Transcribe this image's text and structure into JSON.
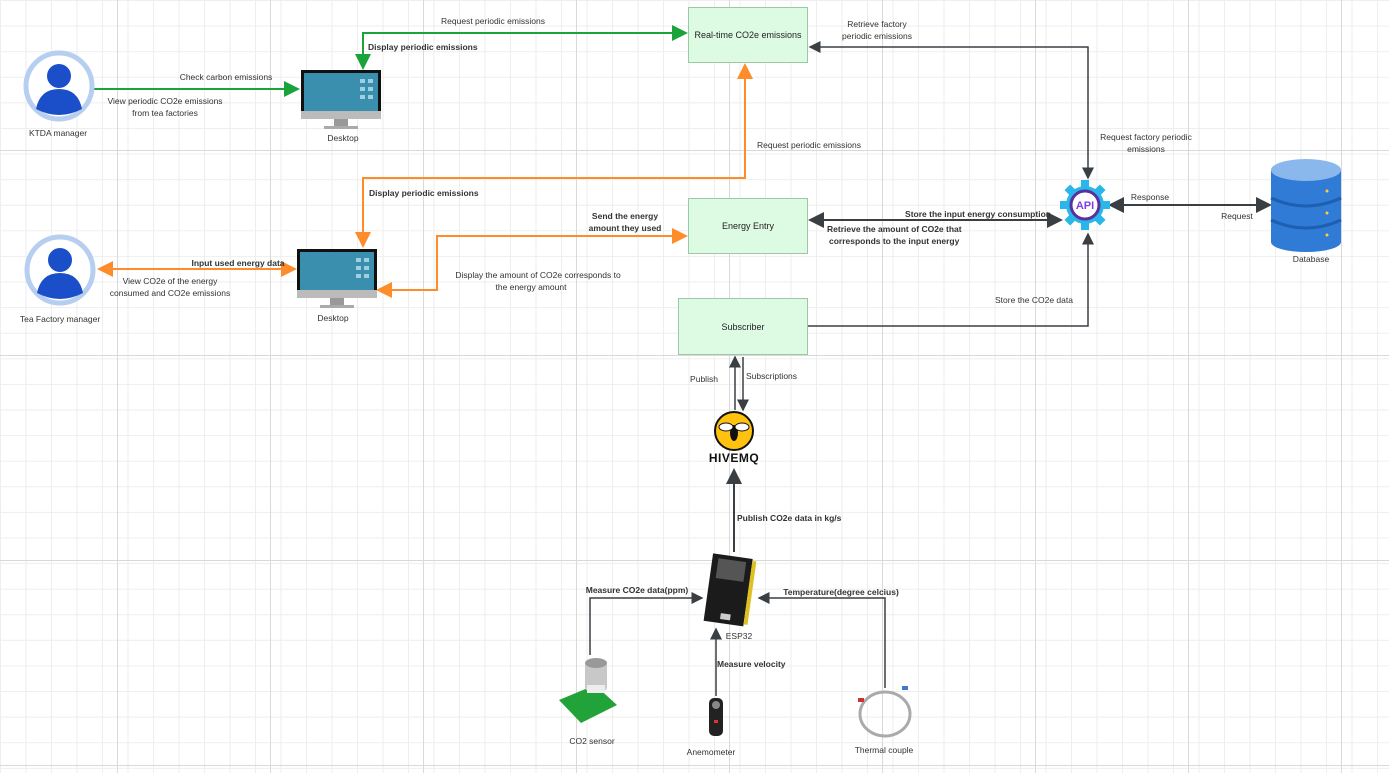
{
  "actors": {
    "ktda": "KTDA manager",
    "tea_factory": "Tea Factory manager"
  },
  "devices": {
    "desktop_top": "Desktop",
    "desktop_bottom": "Desktop",
    "database": "Database",
    "esp32": "ESP32",
    "co2_sensor": "CO2 sensor",
    "anemometer": "Anemometer",
    "thermal": "Thermal couple"
  },
  "boxes": {
    "realtime": "Real-time CO2e emissions",
    "energy": "Energy Entry",
    "subscriber": "Subscriber"
  },
  "logos": {
    "api": "API",
    "hivemq": "HIVEMQ"
  },
  "labels": {
    "check_carbon": "Check carbon emissions",
    "view_periodic_1": "View periodic CO2e emissions",
    "view_periodic_2": "from tea factories",
    "request_periodic_top": "Request periodic emissions",
    "display_periodic_top": "Display periodic emissions",
    "retrieve_factory_1": "Retrieve factory",
    "retrieve_factory_2": "periodic emissions",
    "request_factory_1": "Request factory periodic",
    "request_factory_2": "emissions",
    "request_periodic_mid": "Request periodic emissions",
    "display_periodic_mid": "Display periodic emissions",
    "send_energy_1": "Send the energy",
    "send_energy_2": "amount they used",
    "display_amount_1": "Display the amount of CO2e corresponds to",
    "display_amount_2": "the energy amount",
    "input_energy": "Input used energy data",
    "view_co2e_1": "View CO2e of the energy",
    "view_co2e_2": "consumed and CO2e emissions",
    "store_input": "Store the input energy consumption",
    "retrieve_amount_1": "Retrieve the amount of CO2e that",
    "retrieve_amount_2": "corresponds to the input energy",
    "response": "Response",
    "request": "Request",
    "store_co2e": "Store the CO2e  data",
    "publish": "Publish",
    "subscriptions": "Subscriptions",
    "publish_kg": "Publish CO2e data in kg/s",
    "measure_co2e": "Measure CO2e data(ppm)",
    "temperature": "Temperature(degree celcius)",
    "measure_velocity": "Measure velocity"
  },
  "colors": {
    "green": "#1aa33a",
    "orange": "#ff8c2a",
    "dark": "#3a3f44",
    "box_fill": "#ddfbe3",
    "avatar": "#1a4fc9"
  }
}
